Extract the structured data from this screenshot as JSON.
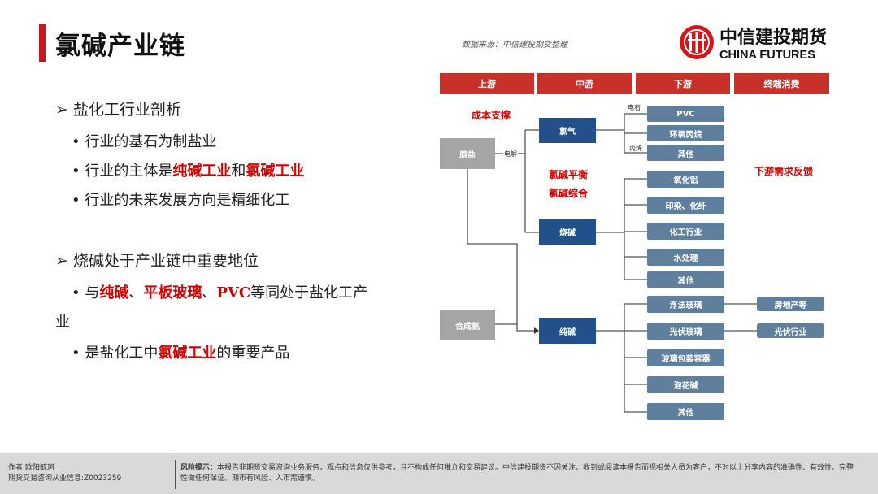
{
  "title": "氯碱产业链",
  "source": "数据来源：中信建投期货整理",
  "logo": {
    "cn": "中信建投期货",
    "en": "CHINA FUTURES"
  },
  "left": {
    "h1": "盐化工行业剖析",
    "b1": "行业的基石为制盐业",
    "b2a": "行业的主体是",
    "b2b": "纯碱工业",
    "b2c": "和",
    "b2d": "氯碱工业",
    "b3": "行业的未来发展方向是精细化工",
    "h2": "烧碱处于产业链中重要地位",
    "b4a": "与",
    "b4b": "纯碱",
    "b4c": "、",
    "b4d": "平板玻璃",
    "b4e": "、",
    "b4f": "PVC",
    "b4g": "等同处于盐化工产",
    "b4h": "业",
    "b5a": "是盐化工中",
    "b5b": "氯碱工业",
    "b5c": "的重要产品"
  },
  "diagram": {
    "headers": [
      "上游",
      "中游",
      "下游",
      "终端消费"
    ],
    "raw_salt": "原盐",
    "ammonia": "合成氨",
    "chlorine": "氯气",
    "caustic": "烧碱",
    "soda_ash": "纯碱",
    "electrolysis": "电解",
    "carbide": "电石",
    "propylene": "丙烯",
    "notes": {
      "cost": "成本支撑",
      "balance": "氯碱平衡",
      "integrated": "氯碱综合",
      "feedback": "下游需求反馈"
    },
    "chlorine_out": [
      "PVC",
      "环氧丙烷",
      "其他"
    ],
    "caustic_out": [
      "氧化铝",
      "印染、化纤",
      "化工行业",
      "水处理",
      "其他"
    ],
    "soda_out": [
      "浮法玻璃",
      "光伏玻璃",
      "玻璃包装容器",
      "泡花碱",
      "其他"
    ],
    "terminal": [
      "房地产等",
      "光伏行业"
    ]
  },
  "footer": {
    "author": "作者:欧阳毓珂",
    "license": "期货交易咨询从业信息:Z0023259",
    "risk_label": "风险提示：",
    "risk_text": "本报告非期货交易咨询业务服务，观点和信息仅供参考，且不构成任何推介和交易建议。中信建投期货不因关注、收到或阅读本报告而视相关人员为客户，不对以上分享内容的准确性、有效性、完整性做任何保证。期市有风险、入市需谨慎。"
  }
}
